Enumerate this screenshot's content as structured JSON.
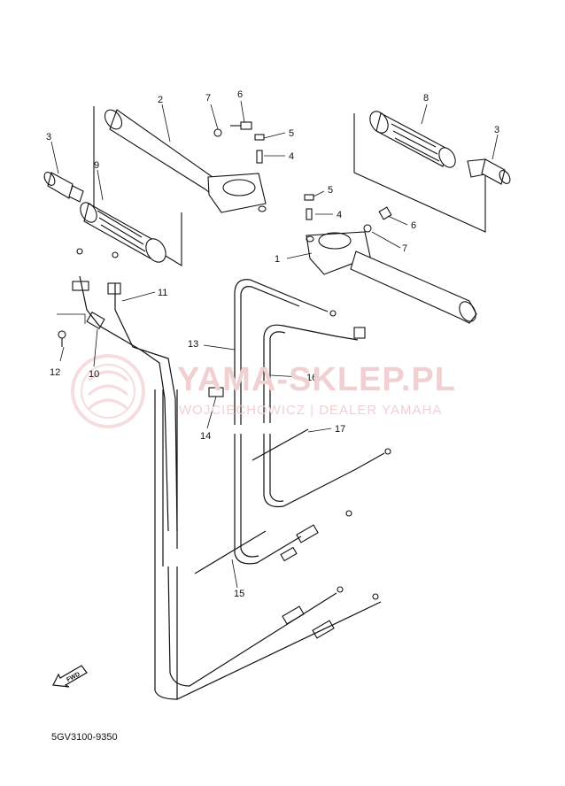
{
  "part_labels": [
    "1",
    "2",
    "3",
    "3",
    "4",
    "4",
    "5",
    "5",
    "6",
    "6",
    "7",
    "7",
    "8",
    "9",
    "10",
    "11",
    "12",
    "13",
    "14",
    "15",
    "16",
    "17"
  ],
  "watermark": {
    "title": "YAMA-SKLEP.PL",
    "subtitle": "WOJCIECHOWICZ | DEALER YAMAHA"
  },
  "fwd_label": "FWD",
  "diagram_code": "5GV3100-9350"
}
